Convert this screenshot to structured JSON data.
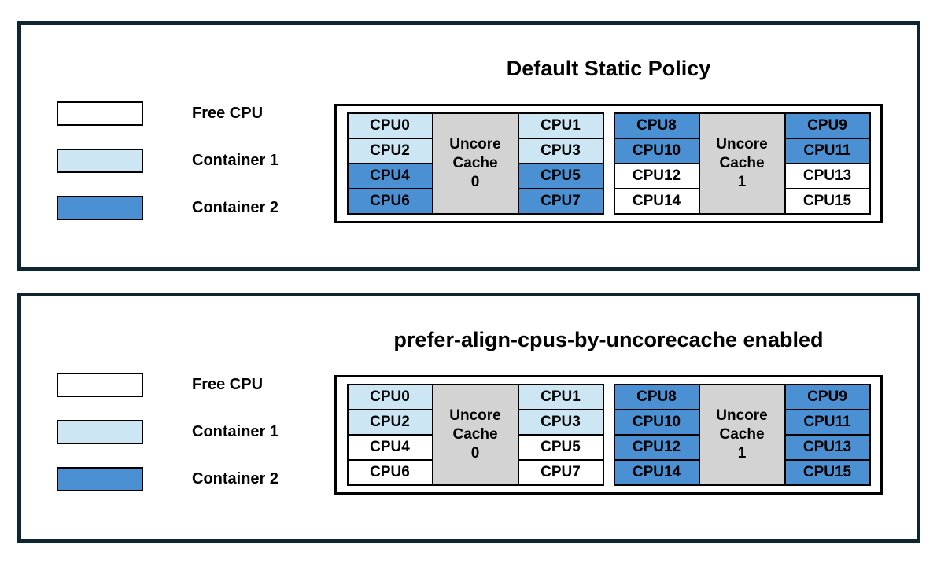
{
  "colors": {
    "free": "#ffffff",
    "container1": "#cde6f4",
    "container2": "#4a90d3",
    "cache": "#d3d3d3",
    "panel_border": "#0e2534",
    "cell_border": "#000000"
  },
  "legend": {
    "items": [
      {
        "label": "Free CPU",
        "state": "free"
      },
      {
        "label": "Container 1",
        "state": "container1"
      },
      {
        "label": "Container 2",
        "state": "container2"
      }
    ]
  },
  "panels": [
    {
      "title": "Default Static Policy",
      "groups": [
        {
          "cache": {
            "lines": [
              "Uncore",
              "Cache",
              "0"
            ]
          },
          "left_cpus": [
            {
              "label": "CPU0",
              "state": "container1"
            },
            {
              "label": "CPU2",
              "state": "container1"
            },
            {
              "label": "CPU4",
              "state": "container2"
            },
            {
              "label": "CPU6",
              "state": "container2"
            }
          ],
          "right_cpus": [
            {
              "label": "CPU1",
              "state": "container1"
            },
            {
              "label": "CPU3",
              "state": "container1"
            },
            {
              "label": "CPU5",
              "state": "container2"
            },
            {
              "label": "CPU7",
              "state": "container2"
            }
          ]
        },
        {
          "cache": {
            "lines": [
              "Uncore",
              "Cache",
              "1"
            ]
          },
          "left_cpus": [
            {
              "label": "CPU8",
              "state": "container2"
            },
            {
              "label": "CPU10",
              "state": "container2"
            },
            {
              "label": "CPU12",
              "state": "free"
            },
            {
              "label": "CPU14",
              "state": "free"
            }
          ],
          "right_cpus": [
            {
              "label": "CPU9",
              "state": "container2"
            },
            {
              "label": "CPU11",
              "state": "container2"
            },
            {
              "label": "CPU13",
              "state": "free"
            },
            {
              "label": "CPU15",
              "state": "free"
            }
          ]
        }
      ]
    },
    {
      "title": "prefer-align-cpus-by-uncorecache enabled",
      "groups": [
        {
          "cache": {
            "lines": [
              "Uncore",
              "Cache",
              "0"
            ]
          },
          "left_cpus": [
            {
              "label": "CPU0",
              "state": "container1"
            },
            {
              "label": "CPU2",
              "state": "container1"
            },
            {
              "label": "CPU4",
              "state": "free"
            },
            {
              "label": "CPU6",
              "state": "free"
            }
          ],
          "right_cpus": [
            {
              "label": "CPU1",
              "state": "container1"
            },
            {
              "label": "CPU3",
              "state": "container1"
            },
            {
              "label": "CPU5",
              "state": "free"
            },
            {
              "label": "CPU7",
              "state": "free"
            }
          ]
        },
        {
          "cache": {
            "lines": [
              "Uncore",
              "Cache",
              "1"
            ]
          },
          "left_cpus": [
            {
              "label": "CPU8",
              "state": "container2"
            },
            {
              "label": "CPU10",
              "state": "container2"
            },
            {
              "label": "CPU12",
              "state": "container2"
            },
            {
              "label": "CPU14",
              "state": "container2"
            }
          ],
          "right_cpus": [
            {
              "label": "CPU9",
              "state": "container2"
            },
            {
              "label": "CPU11",
              "state": "container2"
            },
            {
              "label": "CPU13",
              "state": "container2"
            },
            {
              "label": "CPU15",
              "state": "container2"
            }
          ]
        }
      ]
    }
  ]
}
